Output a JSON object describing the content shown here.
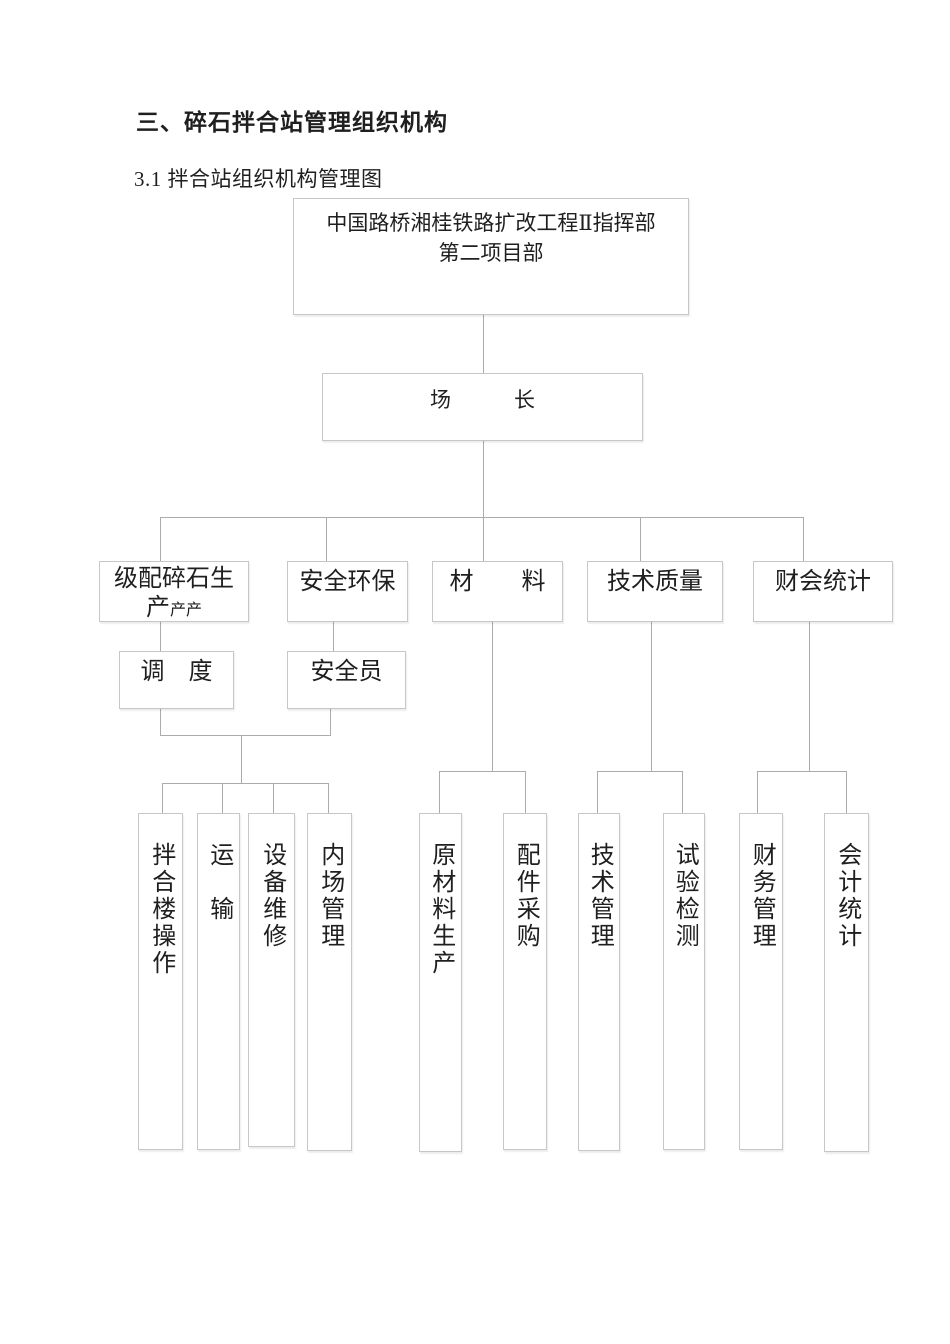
{
  "document": {
    "heading": "三、碎石拌合站管理组织机构",
    "subheading": "3.1 拌合站组织机构管理图"
  },
  "org_chart": {
    "root": {
      "line1": "中国路桥湘桂铁路扩改工程Ⅱ指挥部",
      "line2": "第二项目部"
    },
    "manager": {
      "label": "场　　　长"
    },
    "departments": [
      {
        "label_line1": "级配碎石生",
        "label_line2_main": "产",
        "label_line2_small": "产产"
      },
      {
        "label": "安全环保"
      },
      {
        "label": "材　　料"
      },
      {
        "label": "技术质量"
      },
      {
        "label": "财会统计"
      }
    ],
    "mid_roles": [
      {
        "label": "调　度"
      },
      {
        "label": "安全员"
      }
    ],
    "positions": [
      {
        "label": "拌合楼操作"
      },
      {
        "label": "运　输"
      },
      {
        "label": "设备维修"
      },
      {
        "label": "内场管理"
      },
      {
        "label": "原材料生产"
      },
      {
        "label": "配件采购"
      },
      {
        "label": "技术管理"
      },
      {
        "label": "试验检测"
      },
      {
        "label": "财务管理"
      },
      {
        "label": "会计统计"
      }
    ],
    "colors": {
      "box_border": "#c7c7c7",
      "connector_line": "#ababab",
      "text": "#1f1f1f",
      "page_background": "#ffffff"
    }
  }
}
